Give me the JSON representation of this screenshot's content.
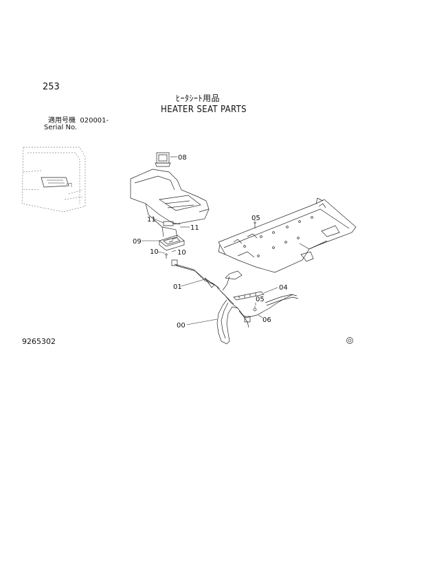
{
  "header": {
    "page_number": "253",
    "title_jp": "ﾋｰﾀｼｰﾄ用品",
    "title_en": "HEATER SEAT PARTS",
    "serial_label_jp": "適用号機",
    "serial_value": "020001-",
    "serial_label_en": "Serial No."
  },
  "callouts": {
    "c08": "08",
    "c11a": "11",
    "c11b": "11",
    "c09": "09",
    "c10a": "10",
    "c10b": "10",
    "c05a": "05",
    "c04": "04",
    "c05b": "05",
    "c01": "01",
    "c06": "06",
    "c00": "00"
  },
  "footer": {
    "drawing_number": "9265302"
  }
}
